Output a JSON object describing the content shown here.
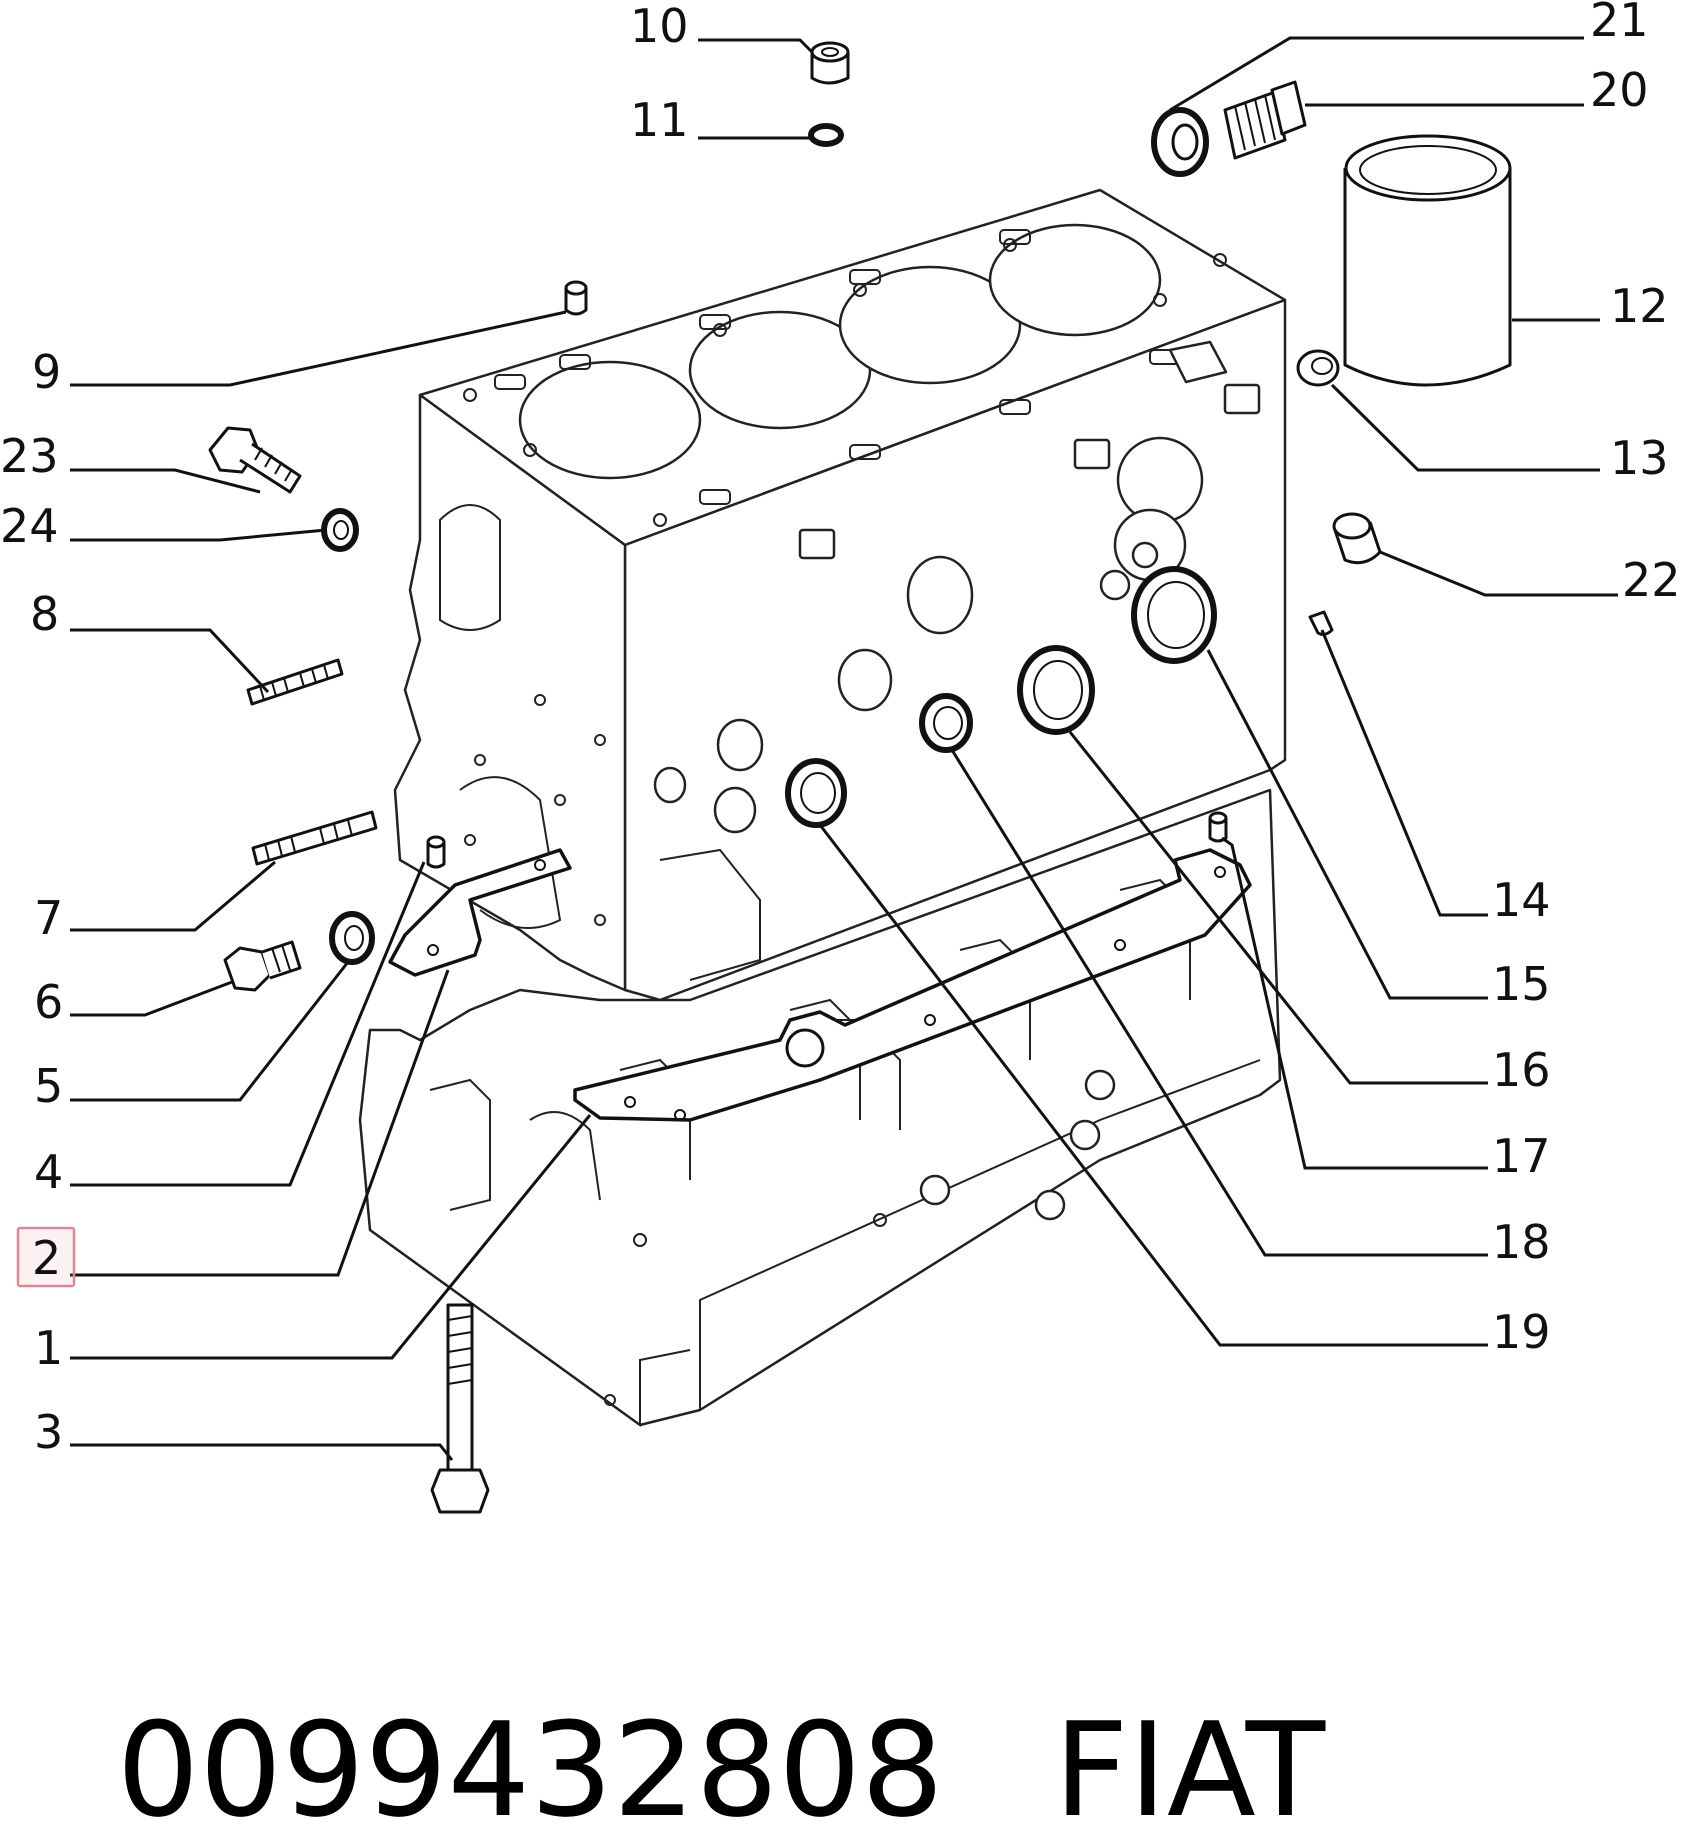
{
  "callouts": {
    "c1": "1",
    "c2": "2",
    "c3": "3",
    "c4": "4",
    "c5": "5",
    "c6": "6",
    "c7": "7",
    "c8": "8",
    "c9": "9",
    "c10": "10",
    "c11": "11",
    "c12": "12",
    "c13": "13",
    "c14": "14",
    "c15": "15",
    "c16": "16",
    "c17": "17",
    "c18": "18",
    "c19": "19",
    "c20": "20",
    "c21": "21",
    "c22": "22",
    "c23": "23",
    "c24": "24"
  },
  "highlighted_callout": "2",
  "highlight_color": "#e08892",
  "footer": {
    "part_number": "0099432808",
    "brand": "FIAT"
  }
}
